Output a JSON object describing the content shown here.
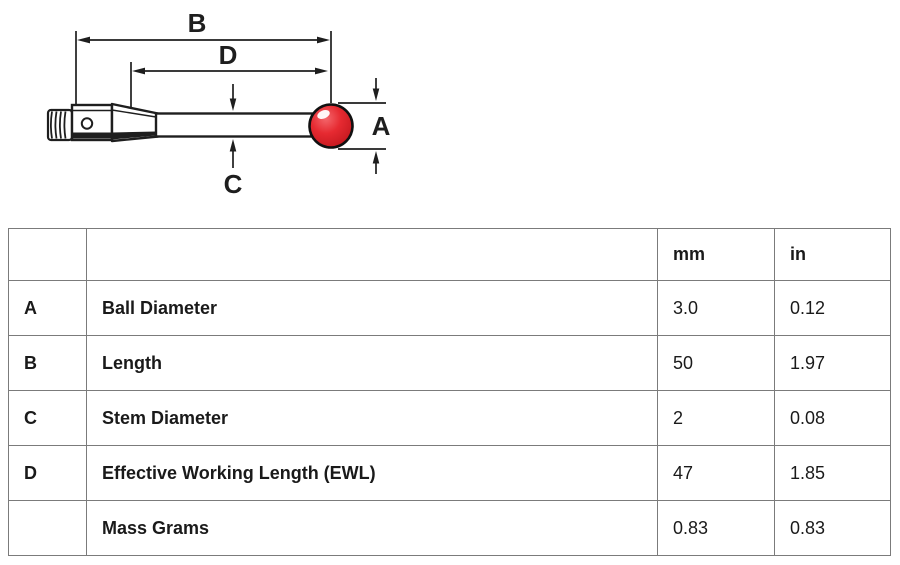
{
  "diagram": {
    "labels": {
      "ball_diameter": "A",
      "length": "B",
      "stem_diameter": "C",
      "effective_working_length": "D"
    },
    "colors": {
      "ball_red": "#e62a31",
      "line": "#1e1e1e"
    }
  },
  "table": {
    "columns": {
      "dim": "",
      "description": "",
      "mm": "mm",
      "in": "in"
    },
    "rows": [
      {
        "dim": "A",
        "desc": "Ball Diameter",
        "mm": "3.0",
        "in": "0.12"
      },
      {
        "dim": "B",
        "desc": "Length",
        "mm": "50",
        "in": "1.97"
      },
      {
        "dim": "C",
        "desc": "Stem Diameter",
        "mm": "2",
        "in": "0.08"
      },
      {
        "dim": "D",
        "desc": "Effective Working Length (EWL)",
        "mm": "47",
        "in": "1.85"
      },
      {
        "dim": "",
        "desc": "Mass Grams",
        "mm": "0.83",
        "in": "0.83"
      }
    ]
  }
}
